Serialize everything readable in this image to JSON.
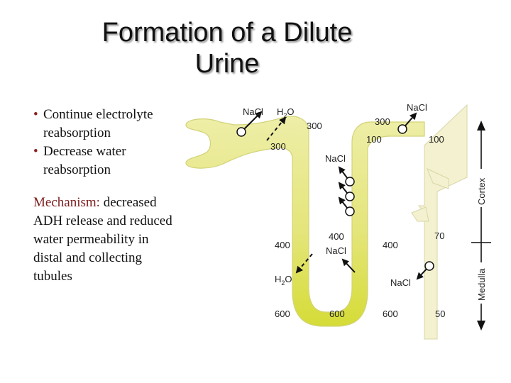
{
  "slide": {
    "title_line1": "Formation of a Dilute",
    "title_line2": "Urine",
    "bullets": [
      "Continue electrolyte reabsorption",
      "Decrease water reabsorption"
    ],
    "mechanism_heading": "Mechanism:",
    "mechanism_text": "decreased ADH release and reduced water permeability in distal and collecting tubules"
  },
  "diagram": {
    "labels": {
      "nacl": "NaCl",
      "h2o_h": "H",
      "h2o_2": "2",
      "h2o_o": "O",
      "cortex": "Cortex",
      "medulla": "Medulla"
    },
    "osmolality": {
      "prox_300": "300",
      "inner_300": "300",
      "distal_300": "300",
      "distal_100": "100",
      "cd_100": "100",
      "desc_400": "400",
      "tip_400": "400",
      "asc_400": "400",
      "cd_70": "70",
      "desc_600": "600",
      "loop_600": "600",
      "asc_600": "600",
      "cd_50": "50"
    },
    "colors": {
      "tubule": "#eeeea8",
      "tubule_edge": "#d8d880",
      "loop_tip": "#d5dc36",
      "collecting_duct": "#f3f1cf"
    }
  }
}
